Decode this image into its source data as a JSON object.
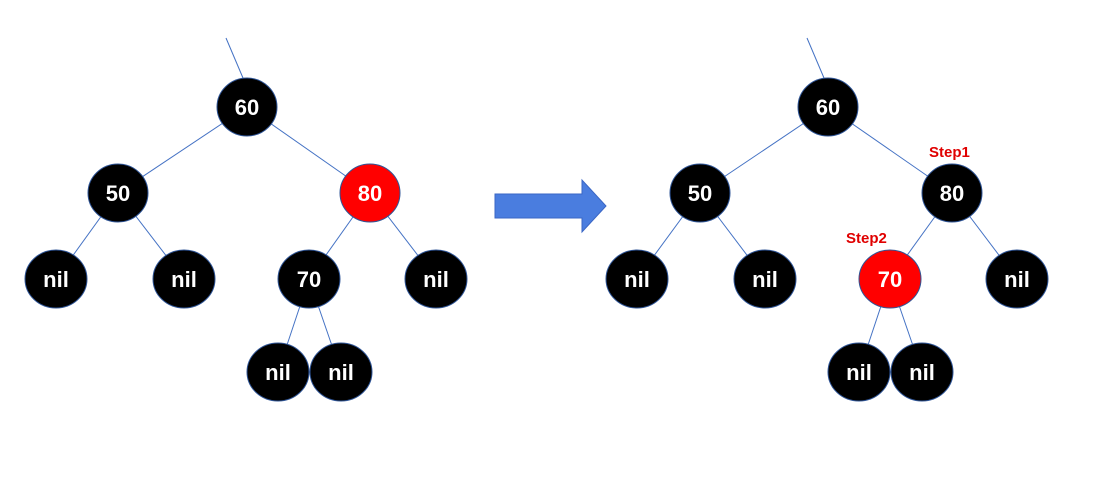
{
  "colors": {
    "black_node": "#000000",
    "red_node": "#ff0000",
    "node_stroke": "#2f5597",
    "edge": "#4472c4",
    "arrow": "#4a7ddf",
    "arrow_stroke": "#3a66c4",
    "step_text": "#e00000"
  },
  "trees": [
    {
      "nodes": [
        {
          "label": "60",
          "color": "black"
        },
        {
          "label": "50",
          "color": "black"
        },
        {
          "label": "80",
          "color": "red"
        },
        {
          "label": "nil",
          "color": "black"
        },
        {
          "label": "nil",
          "color": "black"
        },
        {
          "label": "70",
          "color": "black"
        },
        {
          "label": "nil",
          "color": "black"
        },
        {
          "label": "nil",
          "color": "black"
        },
        {
          "label": "nil",
          "color": "black"
        }
      ]
    },
    {
      "nodes": [
        {
          "label": "60",
          "color": "black"
        },
        {
          "label": "50",
          "color": "black"
        },
        {
          "label": "80",
          "color": "black"
        },
        {
          "label": "nil",
          "color": "black"
        },
        {
          "label": "nil",
          "color": "black"
        },
        {
          "label": "70",
          "color": "red"
        },
        {
          "label": "nil",
          "color": "black"
        },
        {
          "label": "nil",
          "color": "black"
        },
        {
          "label": "nil",
          "color": "black"
        }
      ],
      "steps": [
        "Step1",
        "Step2"
      ]
    }
  ]
}
